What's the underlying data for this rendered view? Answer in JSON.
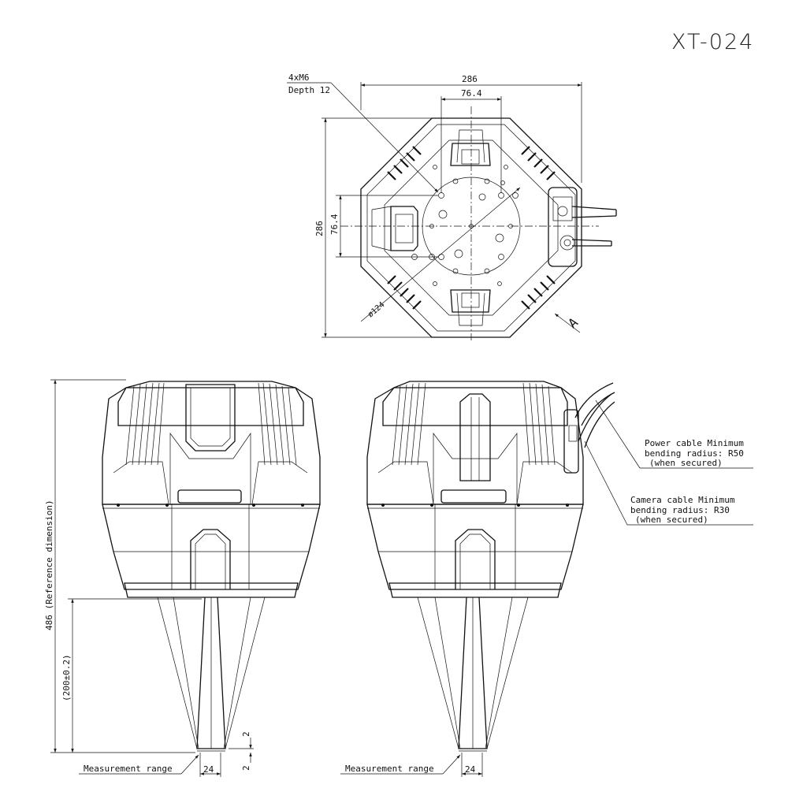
{
  "model_code": "XT-024",
  "top_view": {
    "hole_callout": "4xM6",
    "hole_depth": "Depth 12",
    "width_dim": "286",
    "height_dim": "286",
    "pitch_horizontal": "76.4",
    "pitch_vertical": "76.4",
    "circle_dia": "ø124",
    "view_label": "A"
  },
  "side_views": {
    "overall_height": "486 (Reference dimension)",
    "stand_off": "(200±0.2)",
    "gap_left": "2",
    "gap_bottom": "2",
    "tip_width_left": "24",
    "tip_width_right": "24",
    "measurement_range_left": "Measurement range",
    "measurement_range_right": "Measurement range"
  },
  "cable_notes": {
    "power_line1": "Power cable Minimum",
    "power_line2": "bending radius: R50",
    "power_line3": "(when secured)",
    "camera_line1": "Camera cable Minimum",
    "camera_line2": "bending radius: R30",
    "camera_line3": "(when secured)"
  }
}
